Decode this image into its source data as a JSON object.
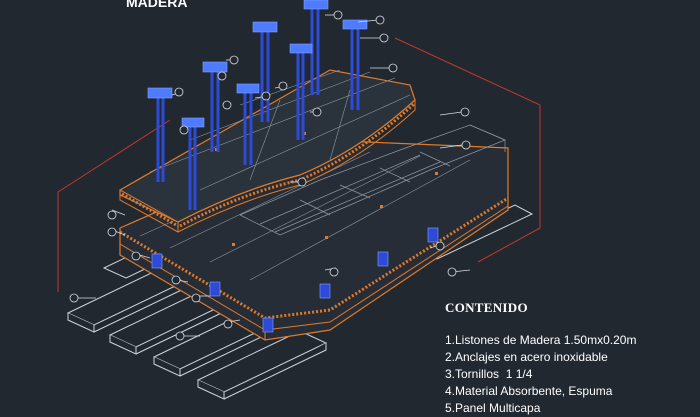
{
  "drawing_title": "MADERA",
  "legend": {
    "title": "CONTENIDO",
    "items": [
      "1.Listones de Madera 1.50mx0.20m",
      "2.Anclajes en acero inoxidable",
      "3.Tornillos  1 1/4",
      "4.Material Absorbente, Espuma",
      "5.Panel Multicapa"
    ]
  },
  "colors": {
    "background": "#212830",
    "panel_outline": "#e07a2a",
    "section_line": "#c0392b",
    "anchor": "#2d4bd8",
    "anchor_highlight": "#4f7cff",
    "line_white": "#d8dde3"
  }
}
